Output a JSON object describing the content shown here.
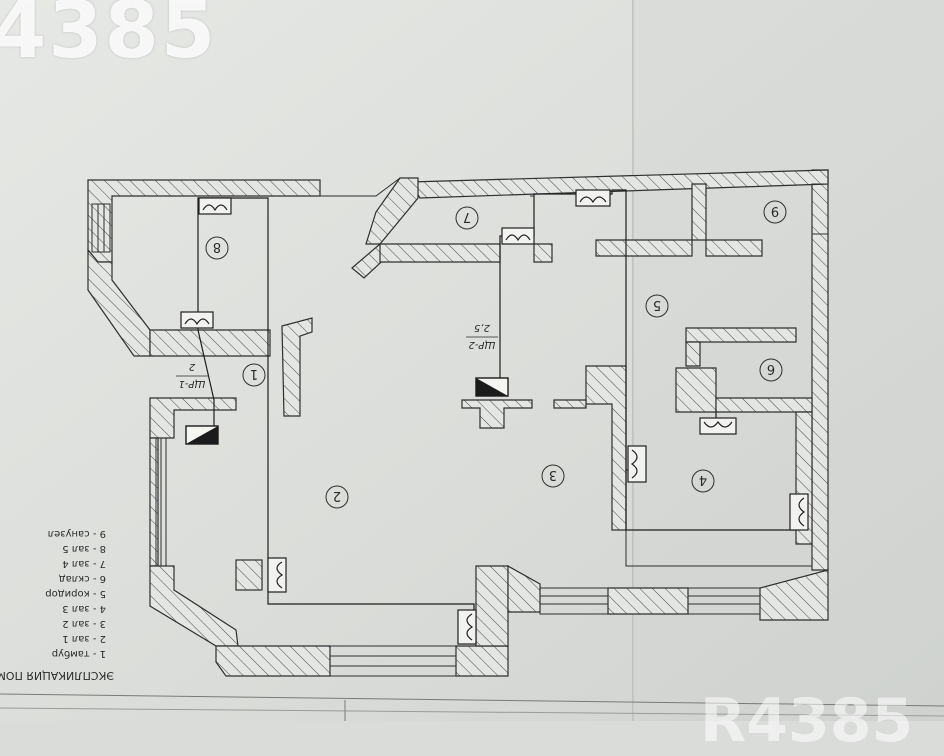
{
  "watermark": "4385",
  "watermark_bottom": "R4385",
  "legend": {
    "title": "ЭКСПЛИКАЦИЯ ПОМЕЩЕНИЙ",
    "items": [
      "1  - тамбур",
      "2  - зал 1",
      "3  - зал 2",
      "4  - зал 3",
      "5  - коридор",
      "6  - склад",
      "7  - зал 4",
      "8  - зал 5",
      "9  - санузел"
    ]
  },
  "rooms": [
    {
      "label": "1"
    },
    {
      "label": "2"
    },
    {
      "label": "3"
    },
    {
      "label": "4"
    },
    {
      "label": "5"
    },
    {
      "label": "6"
    },
    {
      "label": "7"
    },
    {
      "label": "8"
    },
    {
      "label": "9"
    }
  ],
  "panels": [
    {
      "name": "ЩР-1",
      "count": "2"
    },
    {
      "name": "ЩР-2",
      "count": "2,5"
    }
  ],
  "colors": {
    "paper": "#dfe2df",
    "ink": "#2f2f2f",
    "hatch": "#5a5a5a",
    "panel_fill": "#1b1b1b"
  }
}
